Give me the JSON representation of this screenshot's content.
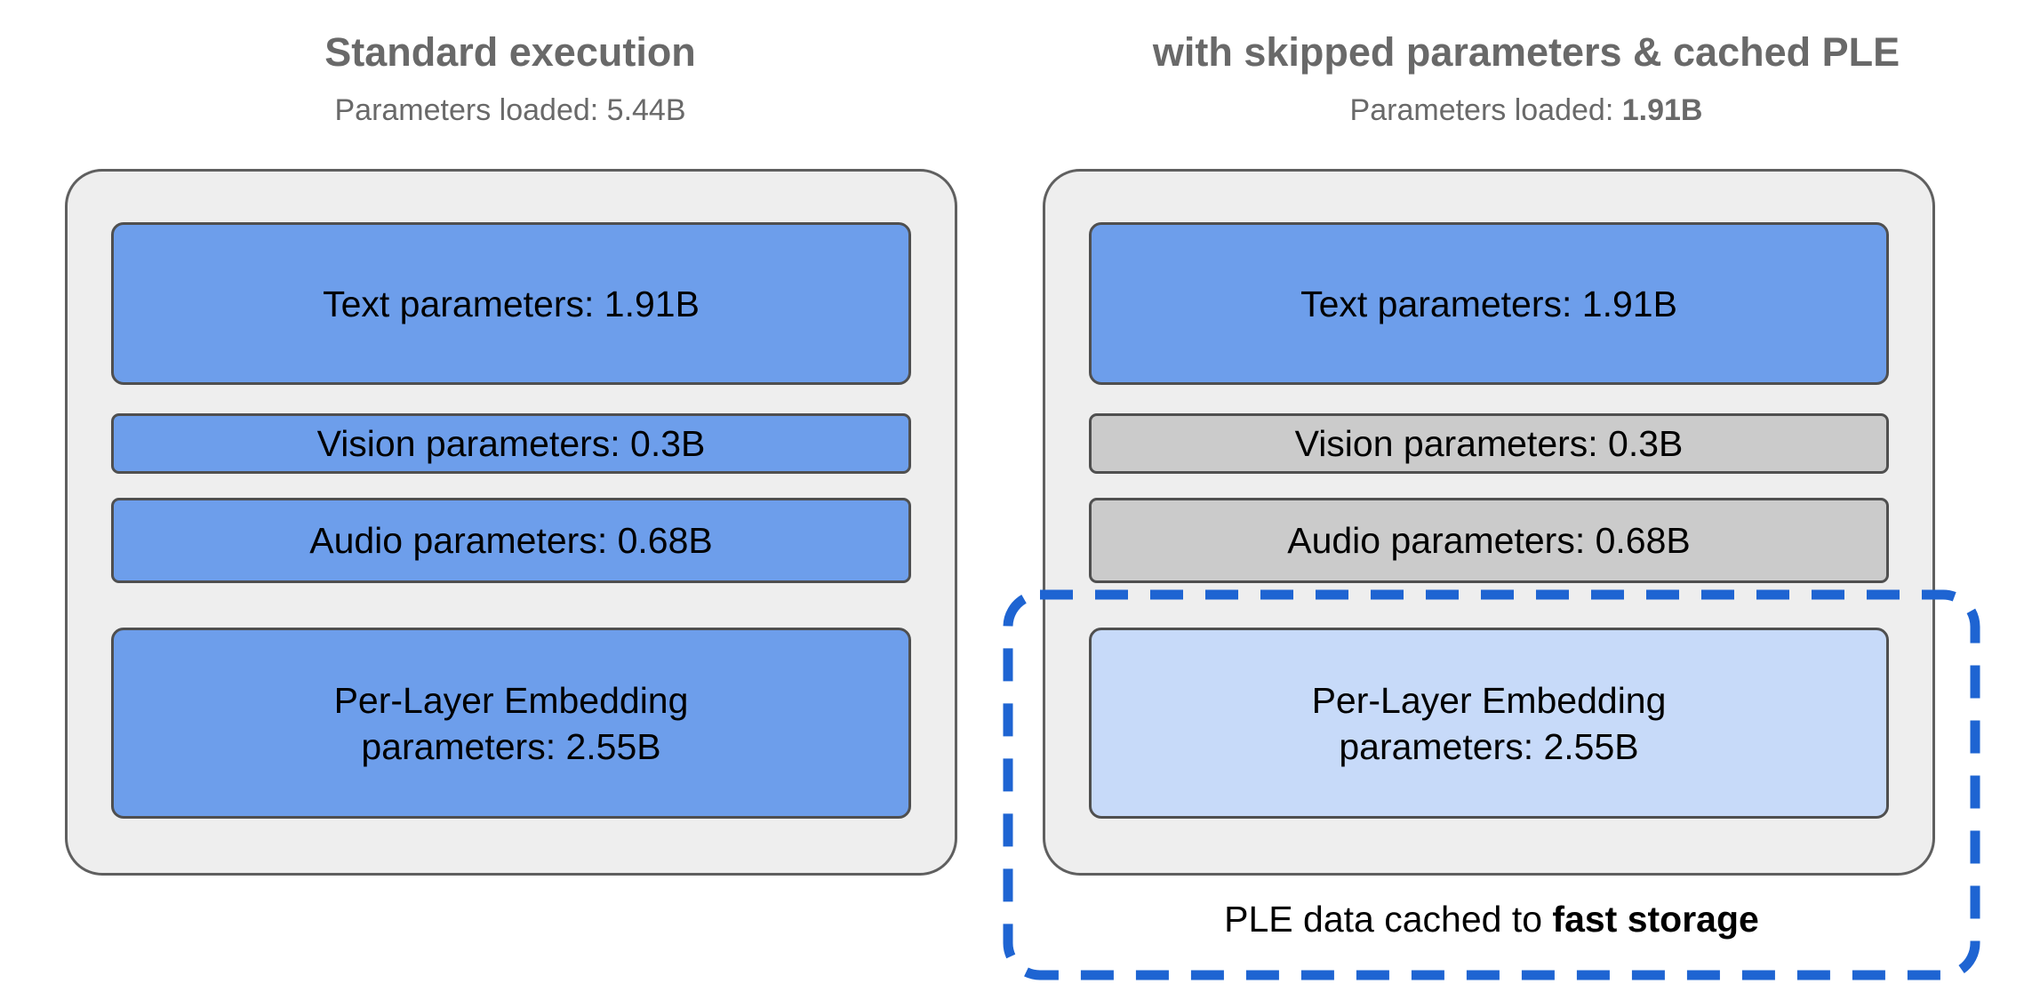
{
  "figure": {
    "left": {
      "title": "Standard execution",
      "subtitle_prefix": "Parameters loaded: ",
      "subtitle_value": "5.44B",
      "bars": {
        "text": {
          "label": "Text parameters: 1.91B"
        },
        "vision": {
          "label": "Vision parameters: 0.3B"
        },
        "audio": {
          "label": "Audio parameters: 0.68B"
        },
        "ple": {
          "line1": "Per-Layer Embedding",
          "line2": "parameters: 2.55B"
        }
      }
    },
    "right": {
      "title": "with skipped parameters & cached PLE",
      "subtitle_prefix": "Parameters loaded: ",
      "subtitle_value": "1.91B",
      "bars": {
        "text": {
          "label": "Text parameters: 1.91B"
        },
        "vision": {
          "label": "Vision parameters: 0.3B"
        },
        "audio": {
          "label": "Audio parameters: 0.68B"
        },
        "ple": {
          "line1": "Per-Layer Embedding",
          "line2": "parameters: 2.55B"
        }
      },
      "caption_prefix": "PLE data cached to ",
      "caption_bold": "fast storage"
    }
  },
  "colors": {
    "bar_blue": "#6d9eeb",
    "bar_gray": "#cbcbcb",
    "bar_light_blue": "#c7daf9",
    "container_fill": "#eeeeee",
    "container_border": "#5f5f5f",
    "bar_border": "#4f4f4f",
    "title_gray": "#696969",
    "dash_blue": "#1e64d2",
    "text_black": "#000000",
    "background": "#ffffff"
  }
}
